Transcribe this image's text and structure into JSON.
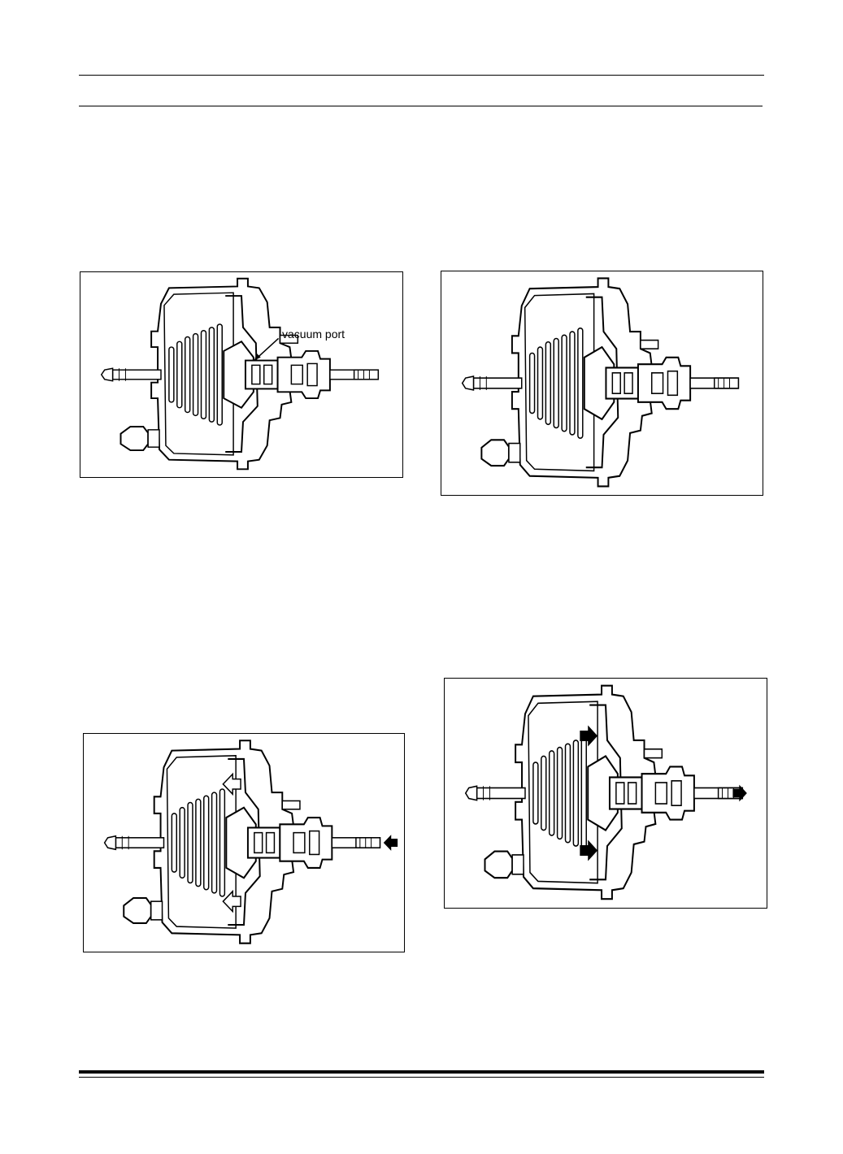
{
  "figures": [
    {
      "id": "fig1",
      "label": "vacuum port"
    },
    {
      "id": "fig2"
    },
    {
      "id": "fig3"
    },
    {
      "id": "fig4"
    }
  ]
}
